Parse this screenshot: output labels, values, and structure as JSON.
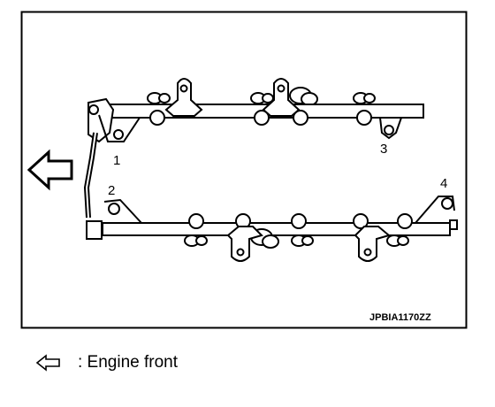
{
  "diagram": {
    "figure_code": "JPBIA1170ZZ",
    "callouts": [
      "1",
      "2",
      "3",
      "4"
    ]
  },
  "legend": {
    "icon": "hollow-left-arrow-icon",
    "text": ": Engine front"
  }
}
